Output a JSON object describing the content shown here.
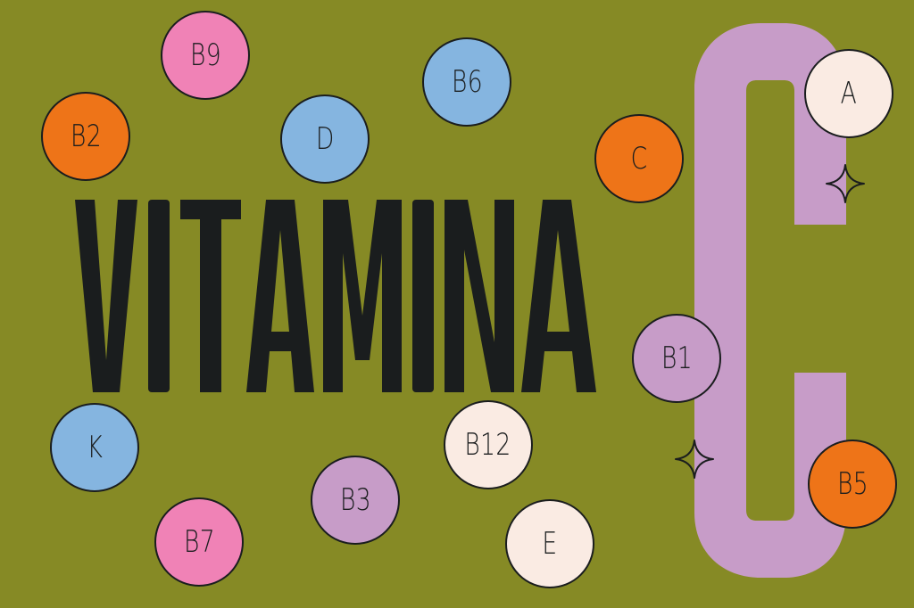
{
  "title": "VITAMINA",
  "big_letter": "C",
  "colors": {
    "background": "#868a25",
    "text": "#1a1d1e",
    "lilac": "#c79cc8",
    "pink": "#f082b6",
    "orange": "#ee7418",
    "blue": "#85b5e0",
    "cream": "#faebe3"
  },
  "badges": [
    {
      "label": "B9",
      "color": "pink"
    },
    {
      "label": "B6",
      "color": "blue"
    },
    {
      "label": "B2",
      "color": "orange"
    },
    {
      "label": "D",
      "color": "blue"
    },
    {
      "label": "C",
      "color": "orange"
    },
    {
      "label": "A",
      "color": "cream"
    },
    {
      "label": "B1",
      "color": "lilac"
    },
    {
      "label": "K",
      "color": "blue"
    },
    {
      "label": "B12",
      "color": "cream"
    },
    {
      "label": "B3",
      "color": "lilac"
    },
    {
      "label": "B5",
      "color": "orange"
    },
    {
      "label": "B7",
      "color": "pink"
    },
    {
      "label": "E",
      "color": "cream"
    }
  ],
  "sparkle_icons": [
    "sparkle-icon",
    "sparkle-icon"
  ]
}
